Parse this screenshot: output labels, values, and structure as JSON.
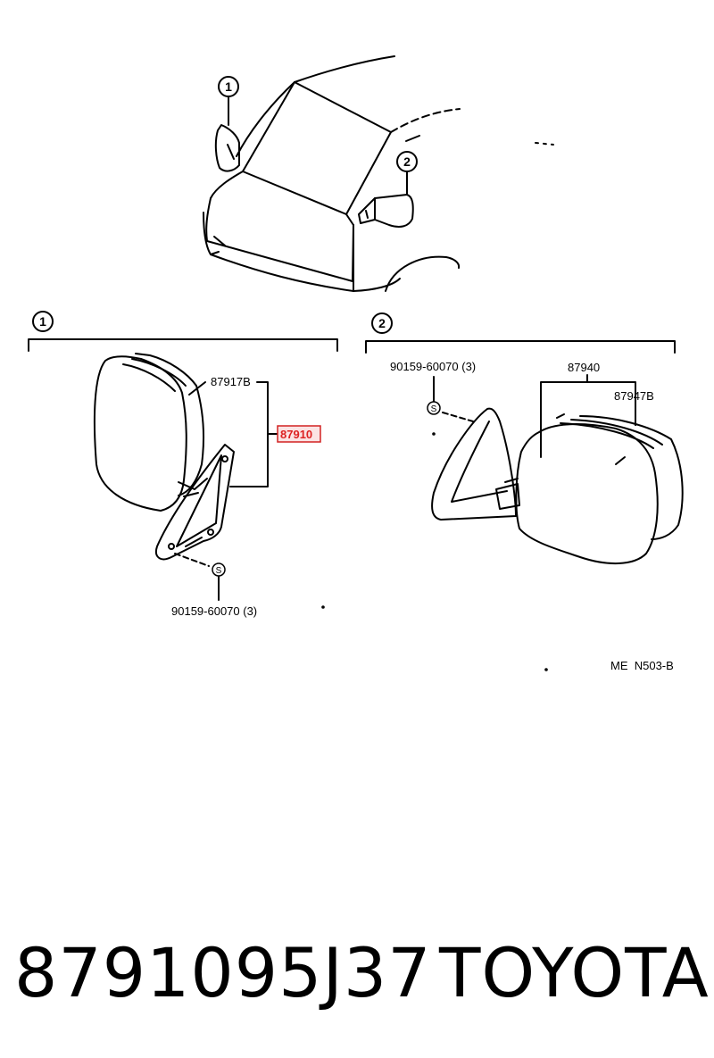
{
  "diagram": {
    "callouts": {
      "one": "1",
      "two": "2"
    },
    "screw_symbol": "S",
    "section_1": {
      "label_housing": "87917B",
      "label_assembly": "87910",
      "label_screw": "90159-60070 (3)"
    },
    "section_2": {
      "label_screw": "90159-60070 (3)",
      "label_assembly": "87940",
      "label_housing": "87947B"
    },
    "reference_code": "ME  N503-B",
    "highlight_color": "#d22222"
  },
  "footer": {
    "part_number": "8791095J37",
    "brand": "TOYOTA"
  }
}
